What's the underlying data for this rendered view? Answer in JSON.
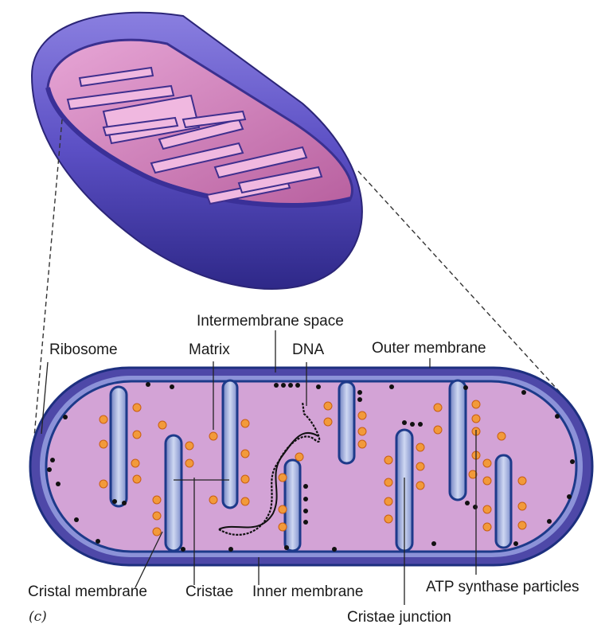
{
  "labels": {
    "intermembrane_space": "Intermembrane space",
    "ribosome": "Ribosome",
    "matrix": "Matrix",
    "dna": "DNA",
    "outer_membrane": "Outer membrane",
    "cristal_membrane": "Cristal membrane",
    "cristae": "Cristae",
    "inner_membrane": "Inner membrane",
    "atp_synthase": "ATP synthase particles",
    "cristae_junction": "Cristae junction"
  },
  "panel_label": "(c)",
  "colors": {
    "outer_membrane": "#5a52b8",
    "membrane_edge": "#1f3f8f",
    "matrix": "#d6a6d8",
    "matrix_3d": "#cc7fb8",
    "crista_fill": "#8ea0d4",
    "atp_particle": "#f29a3a",
    "ribosome": "#111111"
  }
}
